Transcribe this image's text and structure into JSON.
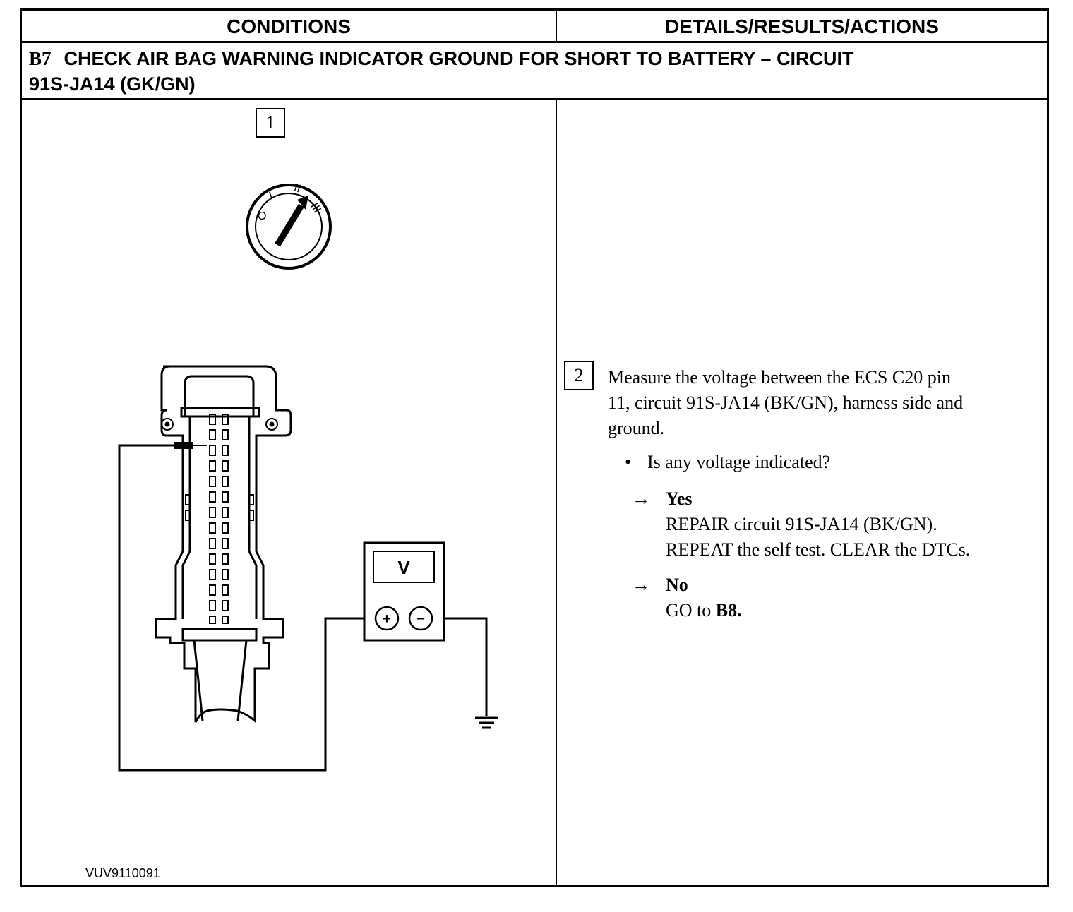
{
  "header": {
    "conditions": "CONDITIONS",
    "details": "DETAILS/RESULTS/ACTIONS"
  },
  "step": {
    "id": "B7",
    "title_line1": "CHECK AIR BAG WARNING INDICATOR GROUND FOR SHORT TO BATTERY – CIRCUIT",
    "title_line2": "91S-JA14 (GK/GN)"
  },
  "conditions": {
    "step1_number": "1",
    "ignition_positions": [
      "O",
      "I",
      "II",
      "III"
    ],
    "meter_label": "V",
    "meter_plus": "+",
    "meter_minus": "−",
    "figure_id": "VUV9110091"
  },
  "details": {
    "step2_number": "2",
    "instruction_line1": "Measure the voltage between the ECS C20 pin",
    "instruction_line2": "11, circuit 91S-JA14 (BK/GN), harness side and",
    "instruction_line3": "ground.",
    "bullet": "•",
    "question": "Is any voltage indicated?",
    "arrow": "→",
    "yes_label": "Yes",
    "yes_line1": "REPAIR circuit 91S-JA14 (BK/GN).",
    "yes_line2": "REPEAT the self test. CLEAR the DTCs.",
    "no_label": "No",
    "no_text": "GO to ",
    "no_target": "B8."
  }
}
